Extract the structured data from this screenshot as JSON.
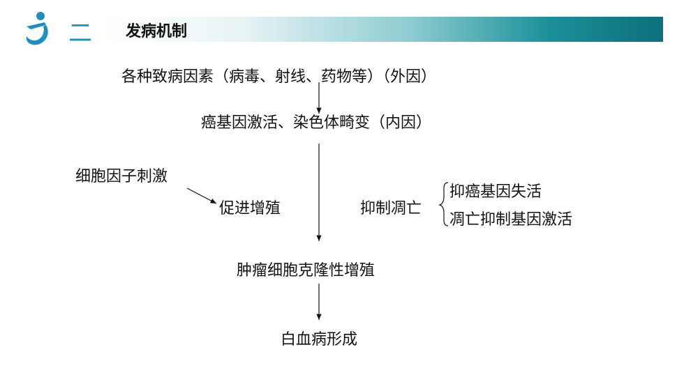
{
  "header": {
    "section_number": "二",
    "section_title": "发病机制"
  },
  "diagram": {
    "causes": "各种致病因素（病毒、射线、药物等）（外因）",
    "activation": "癌基因激活、染色体畸变（内因）",
    "cytokine": "细胞因子刺激",
    "promote": "促进增殖",
    "inhibit_apoptosis": "抑制凋亡",
    "branch_1": "抑癌基因失活",
    "branch_2": "凋亡抑制基因激活",
    "clonal": "肿瘤细胞克隆性增殖",
    "result": "白血病形成"
  }
}
